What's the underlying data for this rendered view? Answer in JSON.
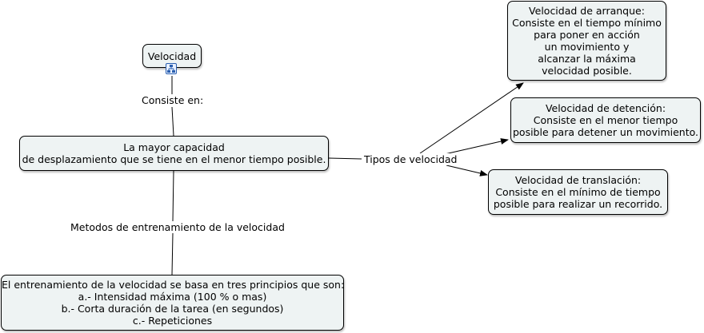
{
  "root": {
    "title": "Velocidad",
    "icon": "submap-icon"
  },
  "main_concept": {
    "lines": [
      "La mayor capacidad",
      "de desplazamiento que se tiene en el menor tiempo posible."
    ]
  },
  "linking_phrases": {
    "consiste": "Consiste en:",
    "tipos": "Tipos de velocidad",
    "metodos": "Metodos de entrenamiento de la velocidad"
  },
  "types": {
    "arranque": {
      "lines": [
        "Velocidad de arranque:",
        "Consiste en el tiempo mínimo",
        "para poner en acción",
        "un movimiento y",
        "alcanzar la máxima",
        "velocidad posible."
      ]
    },
    "detencion": {
      "lines": [
        "Velocidad de detención:",
        "Consiste en el menor tiempo",
        "posible para detener un movimiento."
      ]
    },
    "traslacion": {
      "lines": [
        "Velocidad de translación:",
        "Consiste en el mínimo de tiempo",
        "posible para realizar un recorrido."
      ]
    }
  },
  "training": {
    "lines": [
      "El entrenamiento de la velocidad se basa en tres principios que son:",
      "a.- Intensidad máxima (100 % o mas)",
      "b.- Corta duración de la tarea (en segundos)",
      "c.- Repeticiones"
    ]
  },
  "colors": {
    "node_fill": "#eef3f3",
    "node_border": "#000000",
    "line": "#000000"
  }
}
